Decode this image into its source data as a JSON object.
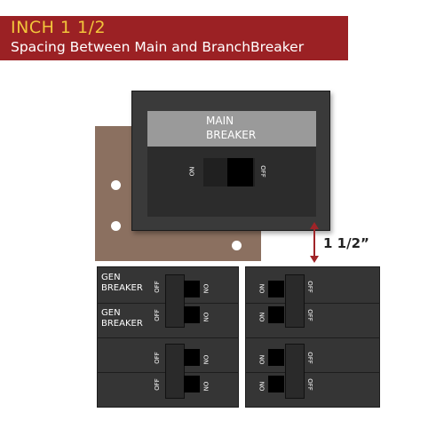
{
  "banner": {
    "title": "INCH 1 1/2",
    "subtitle": "Spacing Between Main and BranchBreaker"
  },
  "main_breaker": {
    "label_line1": "MAIN",
    "label_line2": "BREAKER",
    "on": "ON",
    "off": "OFF"
  },
  "measurement": "1 1/2”",
  "gen_breakers": [
    {
      "line1": "GEN",
      "line2": "BREAKER"
    },
    {
      "line1": "GEN",
      "line2": "BREAKER"
    }
  ],
  "switch_labels": {
    "on": "ON",
    "off": "OFF"
  },
  "colors": {
    "banner_bg": "#9b2124",
    "banner_title": "#f2c53b",
    "plate": "#8b7060",
    "arrow": "#a02428"
  }
}
